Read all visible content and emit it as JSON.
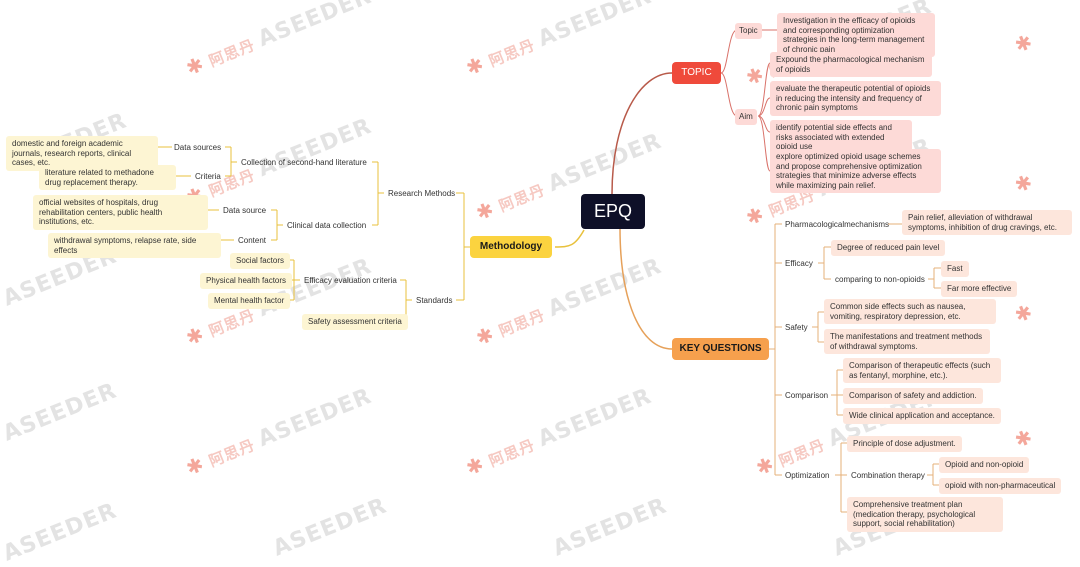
{
  "watermark": {
    "brand": "ASEEDER",
    "cn": "阿思丹"
  },
  "root": "EPQ",
  "topic": {
    "label": "TOPIC",
    "topic_label": "Topic",
    "topic_text": "Investigation in the efficacy of opioids and corresponding optimization strategies in the long-term management of chronic pain",
    "aim_label": "Aim",
    "aims": [
      "Expound the pharmacological mechanism of opioids",
      "evaluate the therapeutic potential of opioids in reducing the intensity and frequency of chronic pain symptoms",
      "identify potential side effects and risks associated with extended opioid use",
      "explore optimized opioid usage schemes and propose comprehensive optimization strategies that minimize adverse effects while maximizing pain relief."
    ]
  },
  "key_questions": {
    "label": "KEY QUESTIONS",
    "pharm": {
      "label": "Pharmacologicalmechanisms",
      "text": "Pain relief, alleviation of withdrawal symptoms, inhibition of drug cravings, etc."
    },
    "efficacy": {
      "label": "Efficacy",
      "degree": "Degree of reduced pain level",
      "comparing": "comparing to non-opioids",
      "fast": "Fast",
      "far": "Far more effective"
    },
    "safety": {
      "label": "Safety",
      "side": "Common side effects such as nausea, vomiting, respiratory depression, etc.",
      "manif": "The manifestations and treatment methods of withdrawal symptoms."
    },
    "comparison": {
      "label": "Comparison",
      "c1": "Comparison of therapeutic effects (such as fentanyl, morphine, etc.).",
      "c2": "Comparison of safety and addiction.",
      "c3": "Wide clinical application and acceptance."
    },
    "optimization": {
      "label": "Optimization",
      "dose": "Principle of dose adjustment.",
      "combo": "Combination therapy",
      "combo1": "Opioid and non-opioid",
      "combo2": "opioid with non-pharmaceutical",
      "comprehensive": "Comprehensive treatment plan (medication therapy, psychological support, social rehabilitation)"
    }
  },
  "methodology": {
    "label": "Methodology",
    "research": {
      "label": "Research Methods",
      "second": {
        "label": "Collection of second-hand literature",
        "ds_label": "Data sources",
        "ds_text": "domestic and foreign academic journals, research reports, clinical cases, etc.",
        "crit_label": "Criteria",
        "crit_text": "literature related to methadone drug replacement therapy."
      },
      "clinical": {
        "label": "Clinical data collection",
        "ds_label": "Data source",
        "ds_text": "official websites of hospitals, drug rehabilitation centers, public health institutions, etc.",
        "content_label": "Content",
        "content_text": "withdrawal symptoms, relapse rate, side effects"
      }
    },
    "standards": {
      "label": "Standards",
      "efficacy_eval": "Efficacy evaluation criteria",
      "factors": [
        "Social factors",
        "Physical health factors",
        "Mental health factor"
      ],
      "safety_eval": "Safety assessment criteria"
    }
  }
}
